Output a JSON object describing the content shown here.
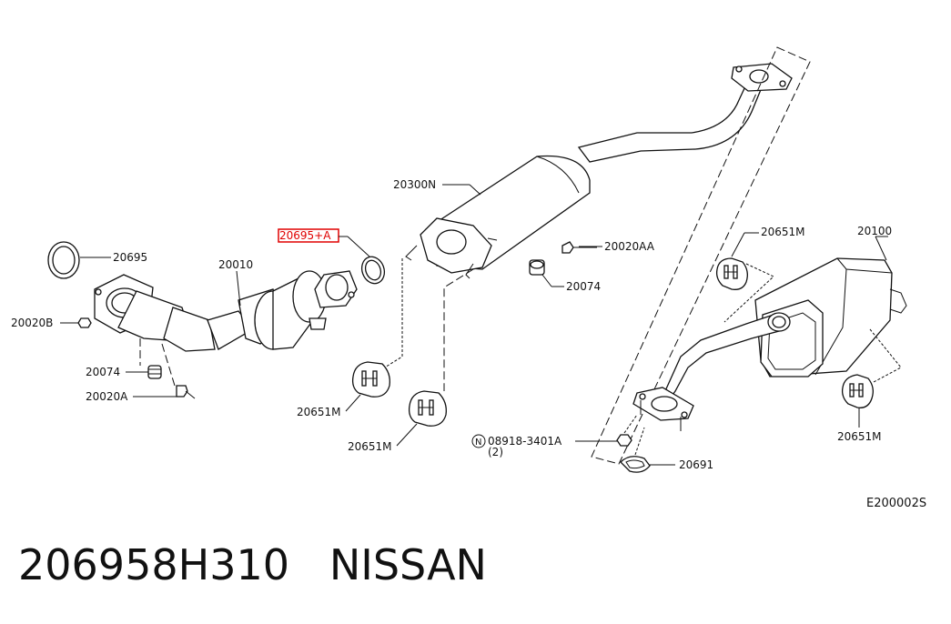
{
  "labels": {
    "p20695": "20695",
    "p20010": "20010",
    "p20020b": "20020B",
    "p20074_left": "20074",
    "p20020a": "20020A",
    "p20695a": "20695+A",
    "p20300n": "20300N",
    "p20020aa": "20020AA",
    "p20074_right": "20074",
    "p20651m_left": "20651M",
    "p20651m_mid": "20651M",
    "p20651m_topright": "20651M",
    "p20100": "20100",
    "p20651m_right": "20651M",
    "p08918": "08918-3401A",
    "p08918_qty": "(2)",
    "p08918_prefix": "N",
    "p20691": "20691",
    "diagram_code": "E200002S"
  },
  "footer": {
    "text": "206958H310   NISSAN"
  },
  "colors": {
    "highlight": "#e00000"
  }
}
